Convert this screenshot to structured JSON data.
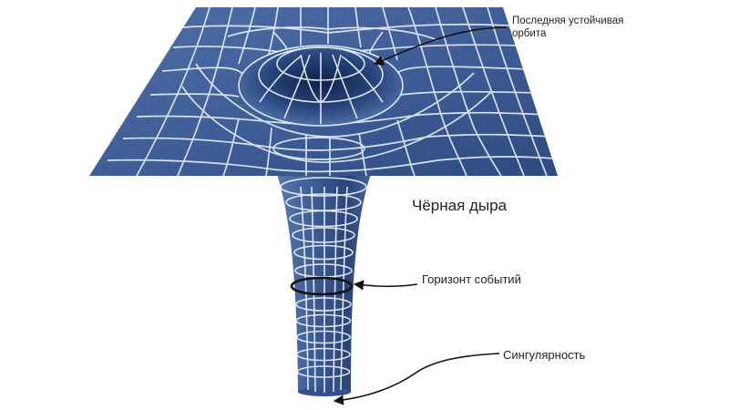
{
  "title": "Чёрная дыра",
  "labels": {
    "last_stable_orbit": "Последняя устойчивая орбита",
    "event_horizon": "Горизонт событий",
    "singularity": "Сингулярность"
  },
  "colors": {
    "sheet": "#3f5d96",
    "sheet_dark": "#213a6b",
    "grid": "#e6ecf5",
    "arrow": "#111111"
  }
}
